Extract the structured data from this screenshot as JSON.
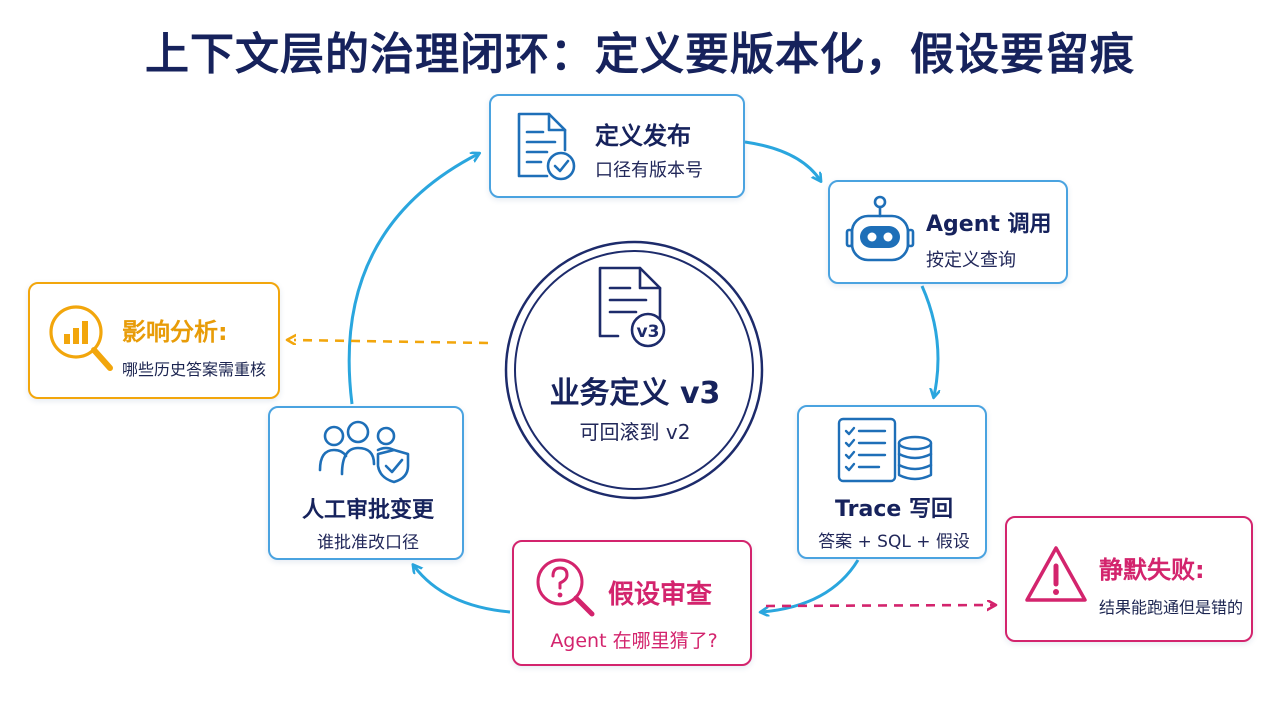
{
  "title": "上下文层的治理闭环：定义要版本化，假设要留痕",
  "center": {
    "badge": "v3",
    "title": "业务定义 v3",
    "subtitle": "可回滚到 v2",
    "icon": "document-version-icon"
  },
  "steps": {
    "definition": {
      "title": "定义发布",
      "subtitle": "口径有版本号",
      "icon": "document-check-icon"
    },
    "agent": {
      "title": "Agent 调用",
      "subtitle": "按定义查询",
      "icon": "robot-icon"
    },
    "trace": {
      "title": "Trace 写回",
      "subtitle": "答案 + SQL + 假设",
      "icon": "list-database-icon"
    },
    "assumption": {
      "title": "假设审查",
      "subtitle": "Agent 在哪里猜了?",
      "icon": "question-search-icon"
    },
    "human": {
      "title": "人工审批变更",
      "subtitle": "谁批准改口径",
      "icon": "users-shield-icon"
    }
  },
  "side_notes": {
    "impact": {
      "title": "影响分析:",
      "subtitle": "哪些历史答案需重核",
      "icon": "chart-magnifier-icon"
    },
    "silent_failure": {
      "title": "静默失败:",
      "subtitle": "结果能跑通但是错的",
      "icon": "warning-triangle-icon"
    }
  },
  "colors": {
    "cycle_blue": "#2aa6de",
    "card_border_blue": "#4aa3e0",
    "navy": "#16225c",
    "alert_pink": "#d3246d",
    "impact_orange": "#f2a60c"
  }
}
